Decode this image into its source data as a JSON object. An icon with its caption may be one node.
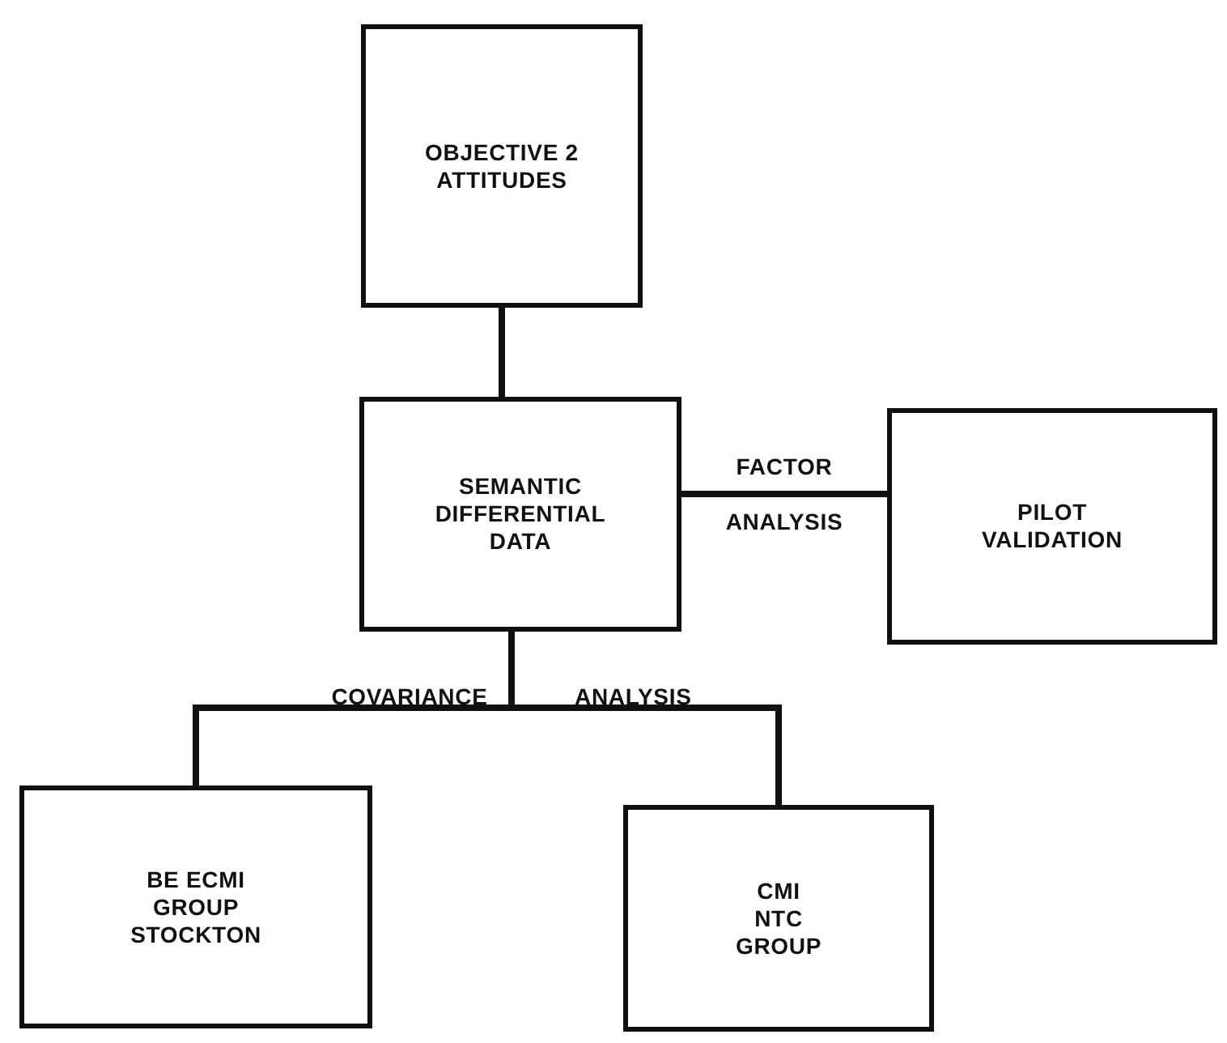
{
  "diagram": {
    "nodes": [
      {
        "text": [
          "OBJECTIVE 2 ATTITUDES"
        ]
      },
      {
        "text": [
          "SEMANTIC DIFFERENTIAL DATA"
        ]
      },
      {
        "text": [
          "PILOT VALIDATION"
        ]
      },
      {
        "text": [
          "BE ECMI GROUP STOCKTON"
        ]
      },
      {
        "text": [
          "CMI NTC GROUP"
        ]
      }
    ],
    "edges": [
      {
        "from": 0,
        "to": 1,
        "arrow": "none"
      },
      {
        "from": 1,
        "to": 2,
        "arrow": "none",
        "label": "FACTOR ANALYSIS"
      },
      {
        "from": 1,
        "to": 3,
        "arrow": "none",
        "label": "COVARIANCE ANALYSIS"
      },
      {
        "from": 1,
        "to": 4,
        "arrow": "none"
      }
    ]
  }
}
